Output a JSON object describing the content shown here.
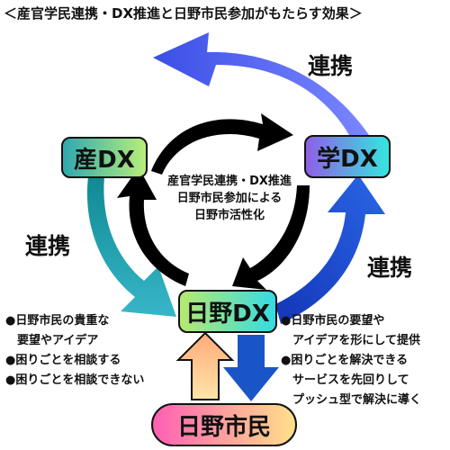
{
  "title": "＜産官学民連携・DX推進と日野市民参加がもたらす効果＞",
  "nodes": {
    "san": "産DX",
    "gaku": "学DX",
    "hino": "日野DX",
    "citizen": "日野市民"
  },
  "labels": {
    "top": "連携",
    "left": "連携",
    "right": "連携"
  },
  "center_text": [
    "産官学民連携・DX推進",
    "日野市民参加による",
    "日野市活性化"
  ],
  "left_list": [
    "●日野市民の貴重な",
    "　要望やアイデア",
    "●困りごとを相談する",
    "●困りごとを相談できない"
  ],
  "right_list": [
    "●日野市民の要望や",
    "　アイデアを形にして提供",
    "●困りごとを解決できる",
    "　サービスを先回りして",
    "　プッシュ型で解決に導く"
  ],
  "colors": {
    "outer_arrow_top": "#5b6cf0",
    "outer_arrow_left": "#1f97a3",
    "outer_arrow_right": "#1340c9",
    "inner_arrows": "#000000",
    "up_arrow_fill": "#ffd18a",
    "down_arrow_fill": "#1a55c8"
  }
}
